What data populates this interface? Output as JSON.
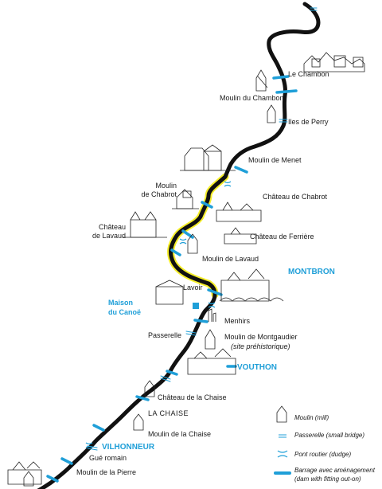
{
  "places": {
    "le_chambon": "Le Chambon",
    "moulin_du_chambon": "Moulin du Chambon",
    "iles_de_perry": "Iles de Perry",
    "moulin_de_menet": "Moulin de Menet",
    "moulin_de_chabrot": "Moulin\nde Chabrot",
    "chateau_de_chabrot": "Château de Chabrot",
    "chateau_de_lavaud": "Château\nde Lavaud",
    "chateau_de_ferriere": "Château de Ferrière",
    "moulin_de_lavaud": "Moulin de Lavaud",
    "montbron": "MONTBRON",
    "lavoir": "Lavoir",
    "maison_du_canoe": "Maison\ndu Canoë",
    "menhirs": "Menhirs",
    "passerelle": "Passerelle",
    "moulin_de_montgaudier": "Moulin de Montgaudier",
    "site_prehistorique": "(site préhistorique)",
    "vouthon": "VOUTHON",
    "chateau_de_la_chaise": "Château de la Chaise",
    "la_chaise": "LA CHAISE",
    "moulin_de_la_chaise": "Moulin de la Chaise",
    "vilhonneur": "VILHONNEUR",
    "gue_romain": "Gué romain",
    "moulin_de_la_pierre": "Moulin de la Pierre"
  },
  "legend": {
    "moulin": "Moulin (mill)",
    "passerelle": "Passerelle (small bridge)",
    "pont_routier": "Pont routier (dudge)",
    "barrage_line1": "Barrage avec aménagement",
    "barrage_line2": "(dam with fitting out-on)"
  },
  "colors": {
    "river": "#111111",
    "highlight": "#f5ee2a",
    "accent": "#1f9fd8",
    "ink": "#1a1a1a"
  }
}
